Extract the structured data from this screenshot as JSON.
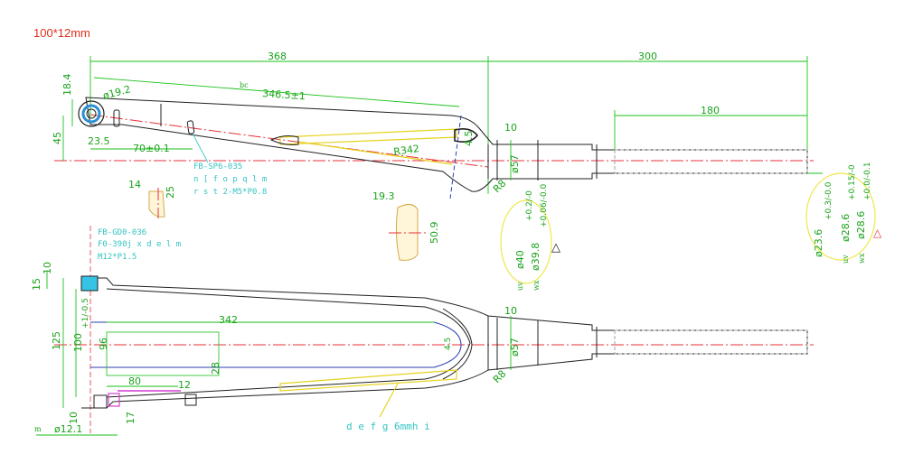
{
  "title": "100*12mm",
  "top_view": {
    "dims": {
      "overall_length": "368",
      "steerer_length": "300",
      "steerer_sub_length": "180",
      "axle_to_crown": "346.5±1",
      "axle_to_crown_prefix": "bc",
      "dropout_h": "18.4",
      "dropout_d": "ø19.2",
      "offset": "45",
      "r_dim": "23.5",
      "boss_pos": "70±0.1",
      "crown_r": "R342",
      "crown_angle": "4.5",
      "crown_w": "10",
      "crown_d": "ø57",
      "crown_rad": "R8",
      "steerer_d": "ø23.6",
      "steerer_d_tol": "+0.3/-0.0",
      "steerer_top_d1": "ø28.6",
      "steerer_top_tol1": "+0.15/-0",
      "steerer_top_d2": "ø28.6",
      "steerer_top_tol2": "+0.0/-0.1",
      "crown_race_d1": "ø40",
      "crown_race_tol1": "+0.2/-0",
      "crown_race_d2": "ø39.8",
      "crown_race_tol2": "+0.06/-0.0",
      "tab_w": "14",
      "tab_h": "25",
      "oval_w": "19.3",
      "oval_h": "50.9",
      "tag_uv": "uv",
      "tag_wx": "wx"
    },
    "notes": {
      "note_a": "FB-SP6-035",
      "note_b": "n [ f o p q l m",
      "note_c": "r s t 2-M5*P0.8",
      "note_d": "FB-GD0-036",
      "note_e": "F0-390j x d e l m",
      "note_f": "M12*P1.5"
    }
  },
  "front_view": {
    "dims": {
      "hub_spacing": "100",
      "hub_tol": "+1/-0.5",
      "width_125": "125",
      "inner_96": "96",
      "leg_len": "342",
      "inner_28": "28",
      "w_80": "80",
      "w_12": "12",
      "d_10_top": "10",
      "d_15": "15",
      "d_10_bot": "10",
      "d_17": "17",
      "axle_d": "ø12.1",
      "axle_prefix": "m",
      "crown_w": "10",
      "crown_d": "ø57",
      "crown_rad": "R8",
      "crown_angle": "4.5"
    },
    "notes": {
      "bottom_note": "d e f g 6mmh i"
    }
  },
  "warning_marks": [
    "△",
    "△"
  ],
  "colors": {
    "title": "#e0301e",
    "dimension": "#1aa31a",
    "centerline": "#e8323a",
    "outline": "#202020",
    "annotation": "#35c3c3",
    "highlight": "#e6d21e",
    "blue": "#2a3fb5",
    "magenta": "#d23cd2"
  }
}
